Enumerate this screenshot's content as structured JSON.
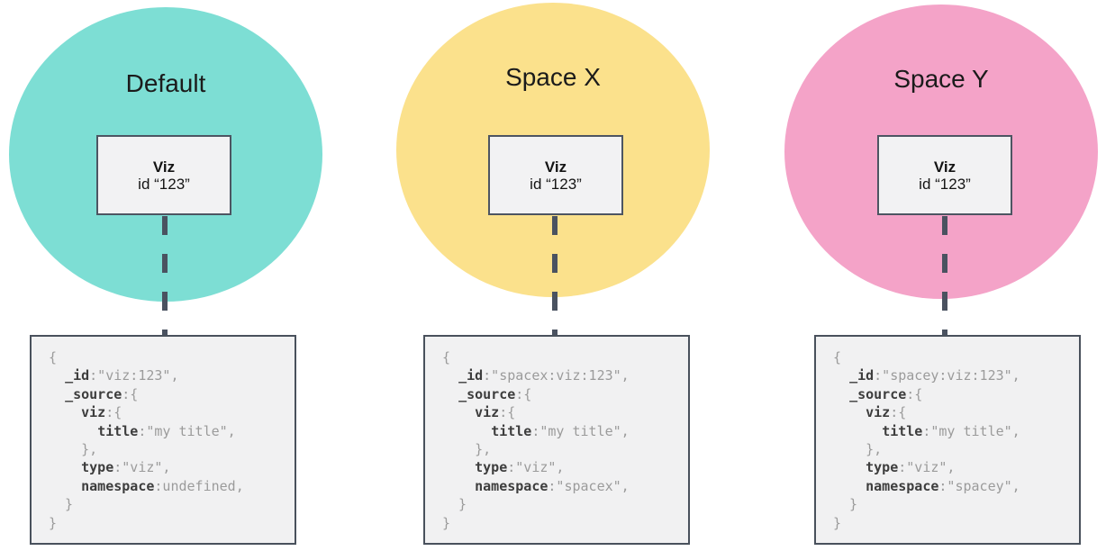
{
  "colors": {
    "default_circle": "#7DDED4",
    "space_x_circle": "#FBE18C",
    "space_y_circle": "#F4A3C8",
    "node_border": "#4D5562",
    "node_fill": "#F2F2F3",
    "code_fill": "#F1F1F2",
    "code_border": "#49515C",
    "code_key_text": "#3D3D3D",
    "code_value_text": "#9B9B9B",
    "connector": "#4A5260"
  },
  "columns": [
    {
      "title": "Default",
      "circle_color": "#7DDED4",
      "viz_box": {
        "name": "Viz",
        "id_line": "id “123”"
      },
      "code_lines": [
        [
          [
            "{",
            "p"
          ]
        ],
        [
          [
            "  ",
            "p"
          ],
          [
            "_id",
            "k"
          ],
          [
            ":\"viz:123\",",
            "p"
          ]
        ],
        [
          [
            "  ",
            "p"
          ],
          [
            "_source",
            "k"
          ],
          [
            ":{",
            "p"
          ]
        ],
        [
          [
            "    ",
            "p"
          ],
          [
            "viz",
            "k"
          ],
          [
            ":{",
            "p"
          ]
        ],
        [
          [
            "      ",
            "p"
          ],
          [
            "title",
            "k"
          ],
          [
            ":\"my title\",",
            "p"
          ]
        ],
        [
          [
            "    },",
            "p"
          ]
        ],
        [
          [
            "    ",
            "p"
          ],
          [
            "type",
            "k"
          ],
          [
            ":\"viz\",",
            "p"
          ]
        ],
        [
          [
            "    ",
            "p"
          ],
          [
            "namespace",
            "k"
          ],
          [
            ":undefined,",
            "p"
          ]
        ],
        [
          [
            "  }",
            "p"
          ]
        ],
        [
          [
            "}",
            "p"
          ]
        ]
      ]
    },
    {
      "title": "Space X",
      "circle_color": "#FBE18C",
      "viz_box": {
        "name": "Viz",
        "id_line": "id “123”"
      },
      "code_lines": [
        [
          [
            "{",
            "p"
          ]
        ],
        [
          [
            "  ",
            "p"
          ],
          [
            "_id",
            "k"
          ],
          [
            ":\"spacex:viz:123\",",
            "p"
          ]
        ],
        [
          [
            "  ",
            "p"
          ],
          [
            "_source",
            "k"
          ],
          [
            ":{",
            "p"
          ]
        ],
        [
          [
            "    ",
            "p"
          ],
          [
            "viz",
            "k"
          ],
          [
            ":{",
            "p"
          ]
        ],
        [
          [
            "      ",
            "p"
          ],
          [
            "title",
            "k"
          ],
          [
            ":\"my title\",",
            "p"
          ]
        ],
        [
          [
            "    },",
            "p"
          ]
        ],
        [
          [
            "    ",
            "p"
          ],
          [
            "type",
            "k"
          ],
          [
            ":\"viz\",",
            "p"
          ]
        ],
        [
          [
            "    ",
            "p"
          ],
          [
            "namespace",
            "k"
          ],
          [
            ":\"spacex\",",
            "p"
          ]
        ],
        [
          [
            "  }",
            "p"
          ]
        ],
        [
          [
            "}",
            "p"
          ]
        ]
      ]
    },
    {
      "title": "Space Y",
      "circle_color": "#F4A3C8",
      "viz_box": {
        "name": "Viz",
        "id_line": "id “123”"
      },
      "code_lines": [
        [
          [
            "{",
            "p"
          ]
        ],
        [
          [
            "  ",
            "p"
          ],
          [
            "_id",
            "k"
          ],
          [
            ":\"spacey:viz:123\",",
            "p"
          ]
        ],
        [
          [
            "  ",
            "p"
          ],
          [
            "_source",
            "k"
          ],
          [
            ":{",
            "p"
          ]
        ],
        [
          [
            "    ",
            "p"
          ],
          [
            "viz",
            "k"
          ],
          [
            ":{",
            "p"
          ]
        ],
        [
          [
            "      ",
            "p"
          ],
          [
            "title",
            "k"
          ],
          [
            ":\"my title\",",
            "p"
          ]
        ],
        [
          [
            "    },",
            "p"
          ]
        ],
        [
          [
            "    ",
            "p"
          ],
          [
            "type",
            "k"
          ],
          [
            ":\"viz\",",
            "p"
          ]
        ],
        [
          [
            "    ",
            "p"
          ],
          [
            "namespace",
            "k"
          ],
          [
            ":\"spacey\",",
            "p"
          ]
        ],
        [
          [
            "  }",
            "p"
          ]
        ],
        [
          [
            "}",
            "p"
          ]
        ]
      ]
    }
  ]
}
